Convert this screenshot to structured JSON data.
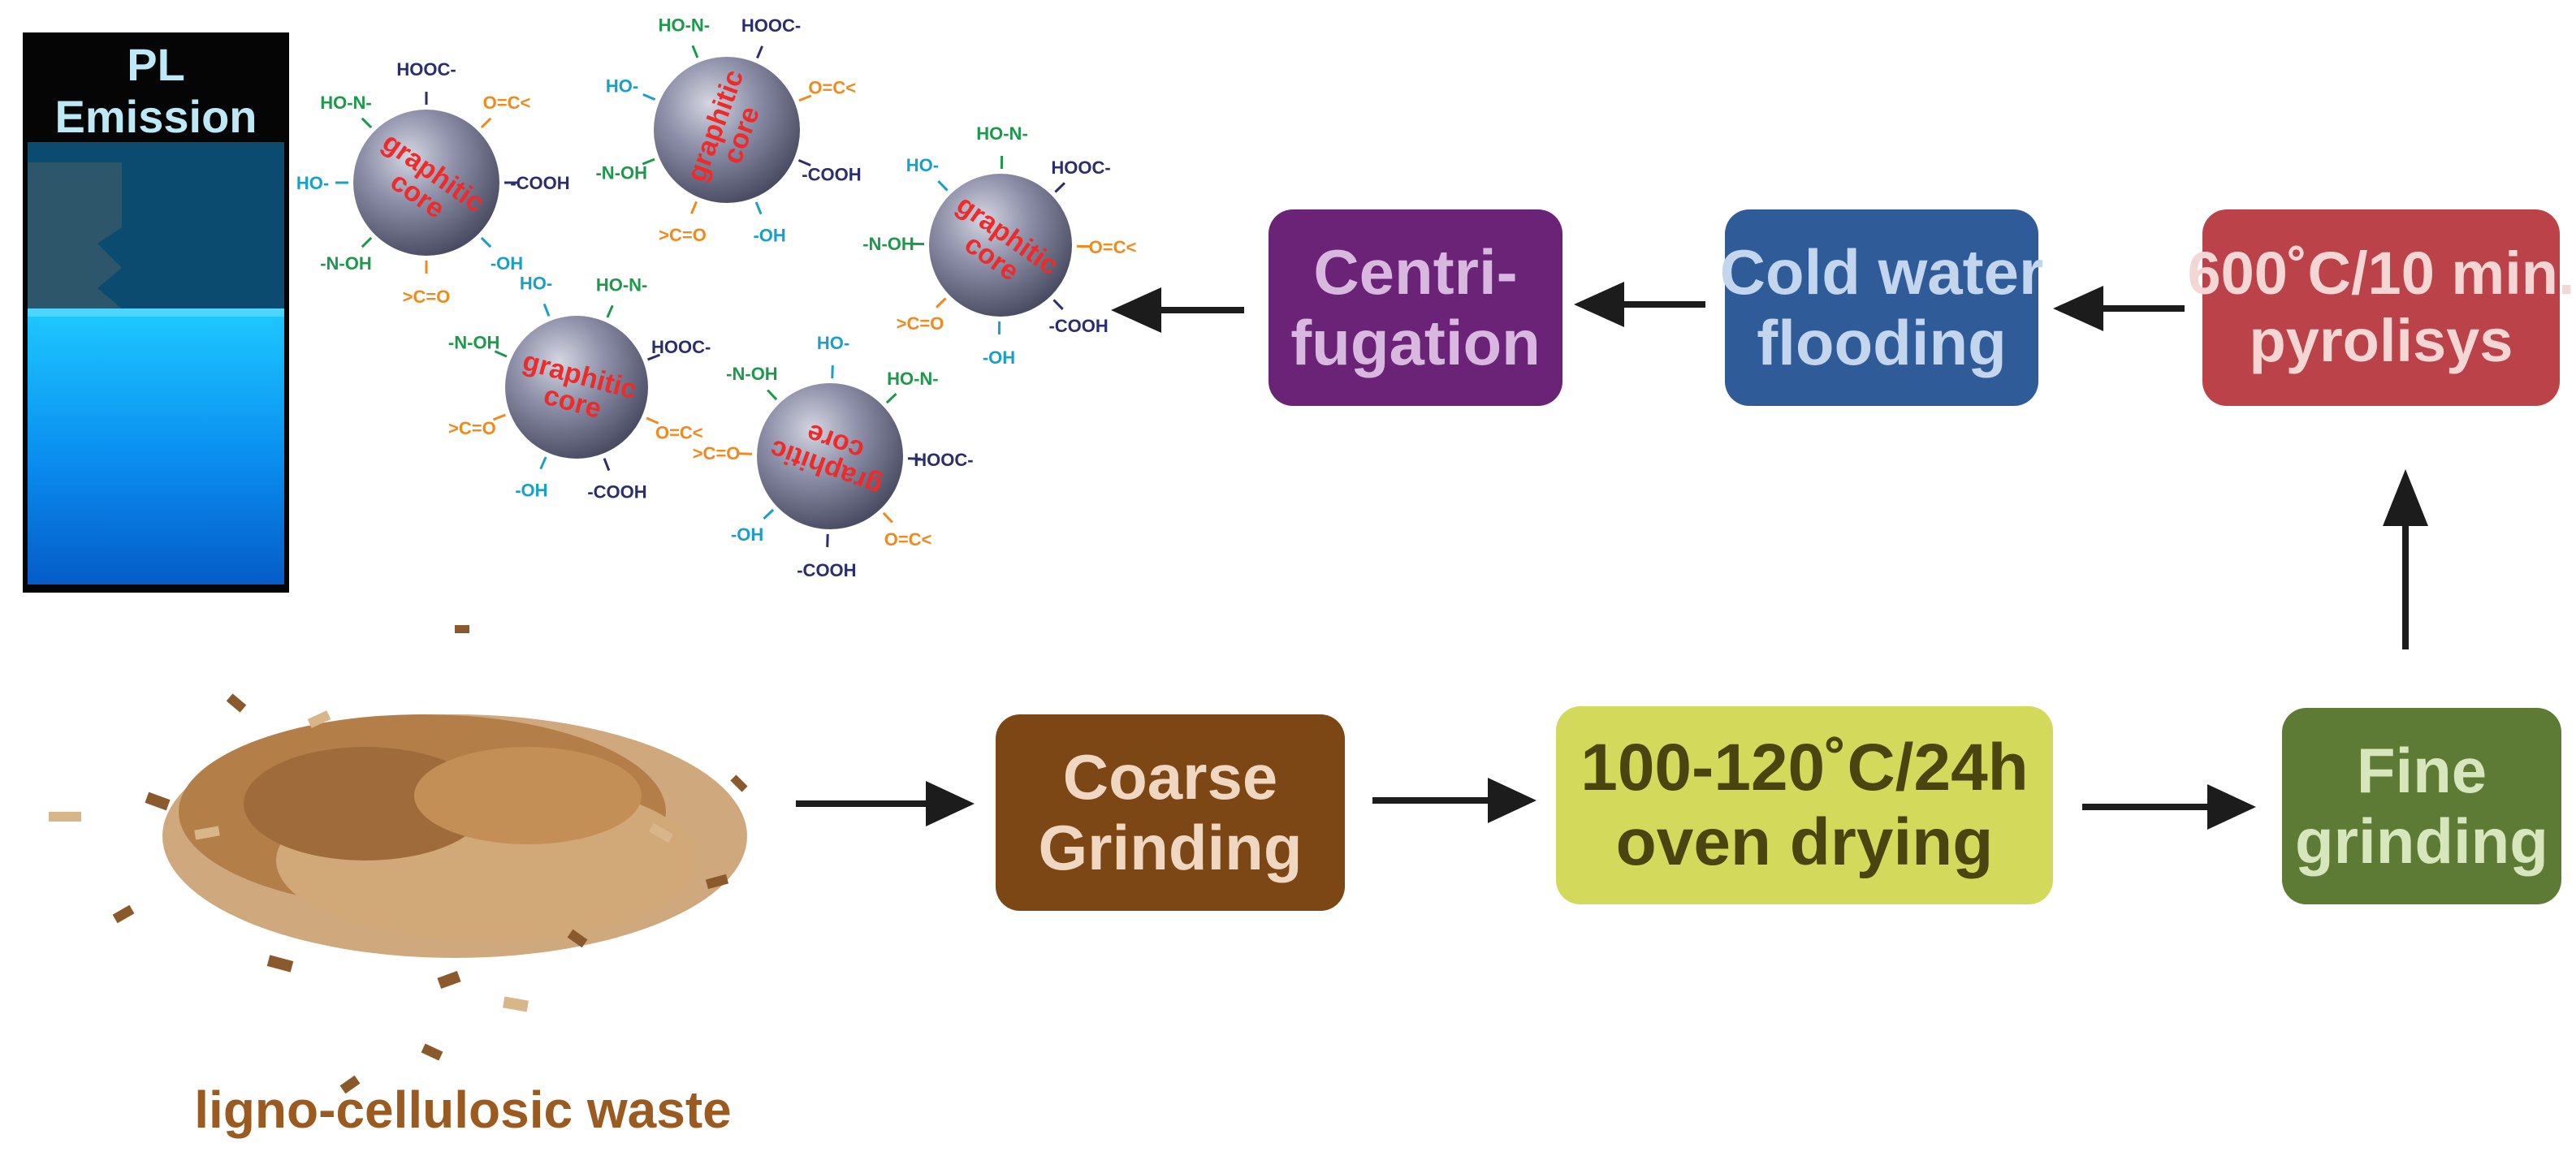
{
  "jar": {
    "label_line1": "PL",
    "label_line2": "Emission"
  },
  "waste_label": "ligno-cellulosic waste",
  "steps": {
    "coarse_grinding": {
      "line1": "Coarse",
      "line2": "Grinding",
      "color": "#7c4615"
    },
    "oven_drying": {
      "line1": "100-120˚C/24h",
      "line2": "oven drying",
      "color": "#d3d95a"
    },
    "fine_grinding": {
      "line1": "Fine",
      "line2": "grinding",
      "color": "#5d7b34"
    },
    "pyrolysis": {
      "line1": "600˚C/10 min.",
      "line2": "pyrolisys",
      "color": "#bb4249"
    },
    "cold_water": {
      "line1": "Cold water",
      "line2": "flooding",
      "color": "#2f5c98"
    },
    "centrifugation": {
      "line1": "Centri-",
      "line2": "fugation",
      "color": "#6a2376"
    }
  },
  "particle": {
    "core_line1": "graphitic",
    "core_line2": "core",
    "groups": [
      "-COOH",
      "-OH",
      ">C=O",
      "-N-OH",
      "HO-",
      "HO-N-",
      "HOOC-",
      "O=C<"
    ],
    "colors": {
      "cooh": "#2b2e6e",
      "oh": "#1a9fc8",
      "co": "#f08a1e",
      "noh": "#1a9a4a",
      "cpink": "#d8259a",
      "core_text": "#ee2b2b"
    }
  }
}
